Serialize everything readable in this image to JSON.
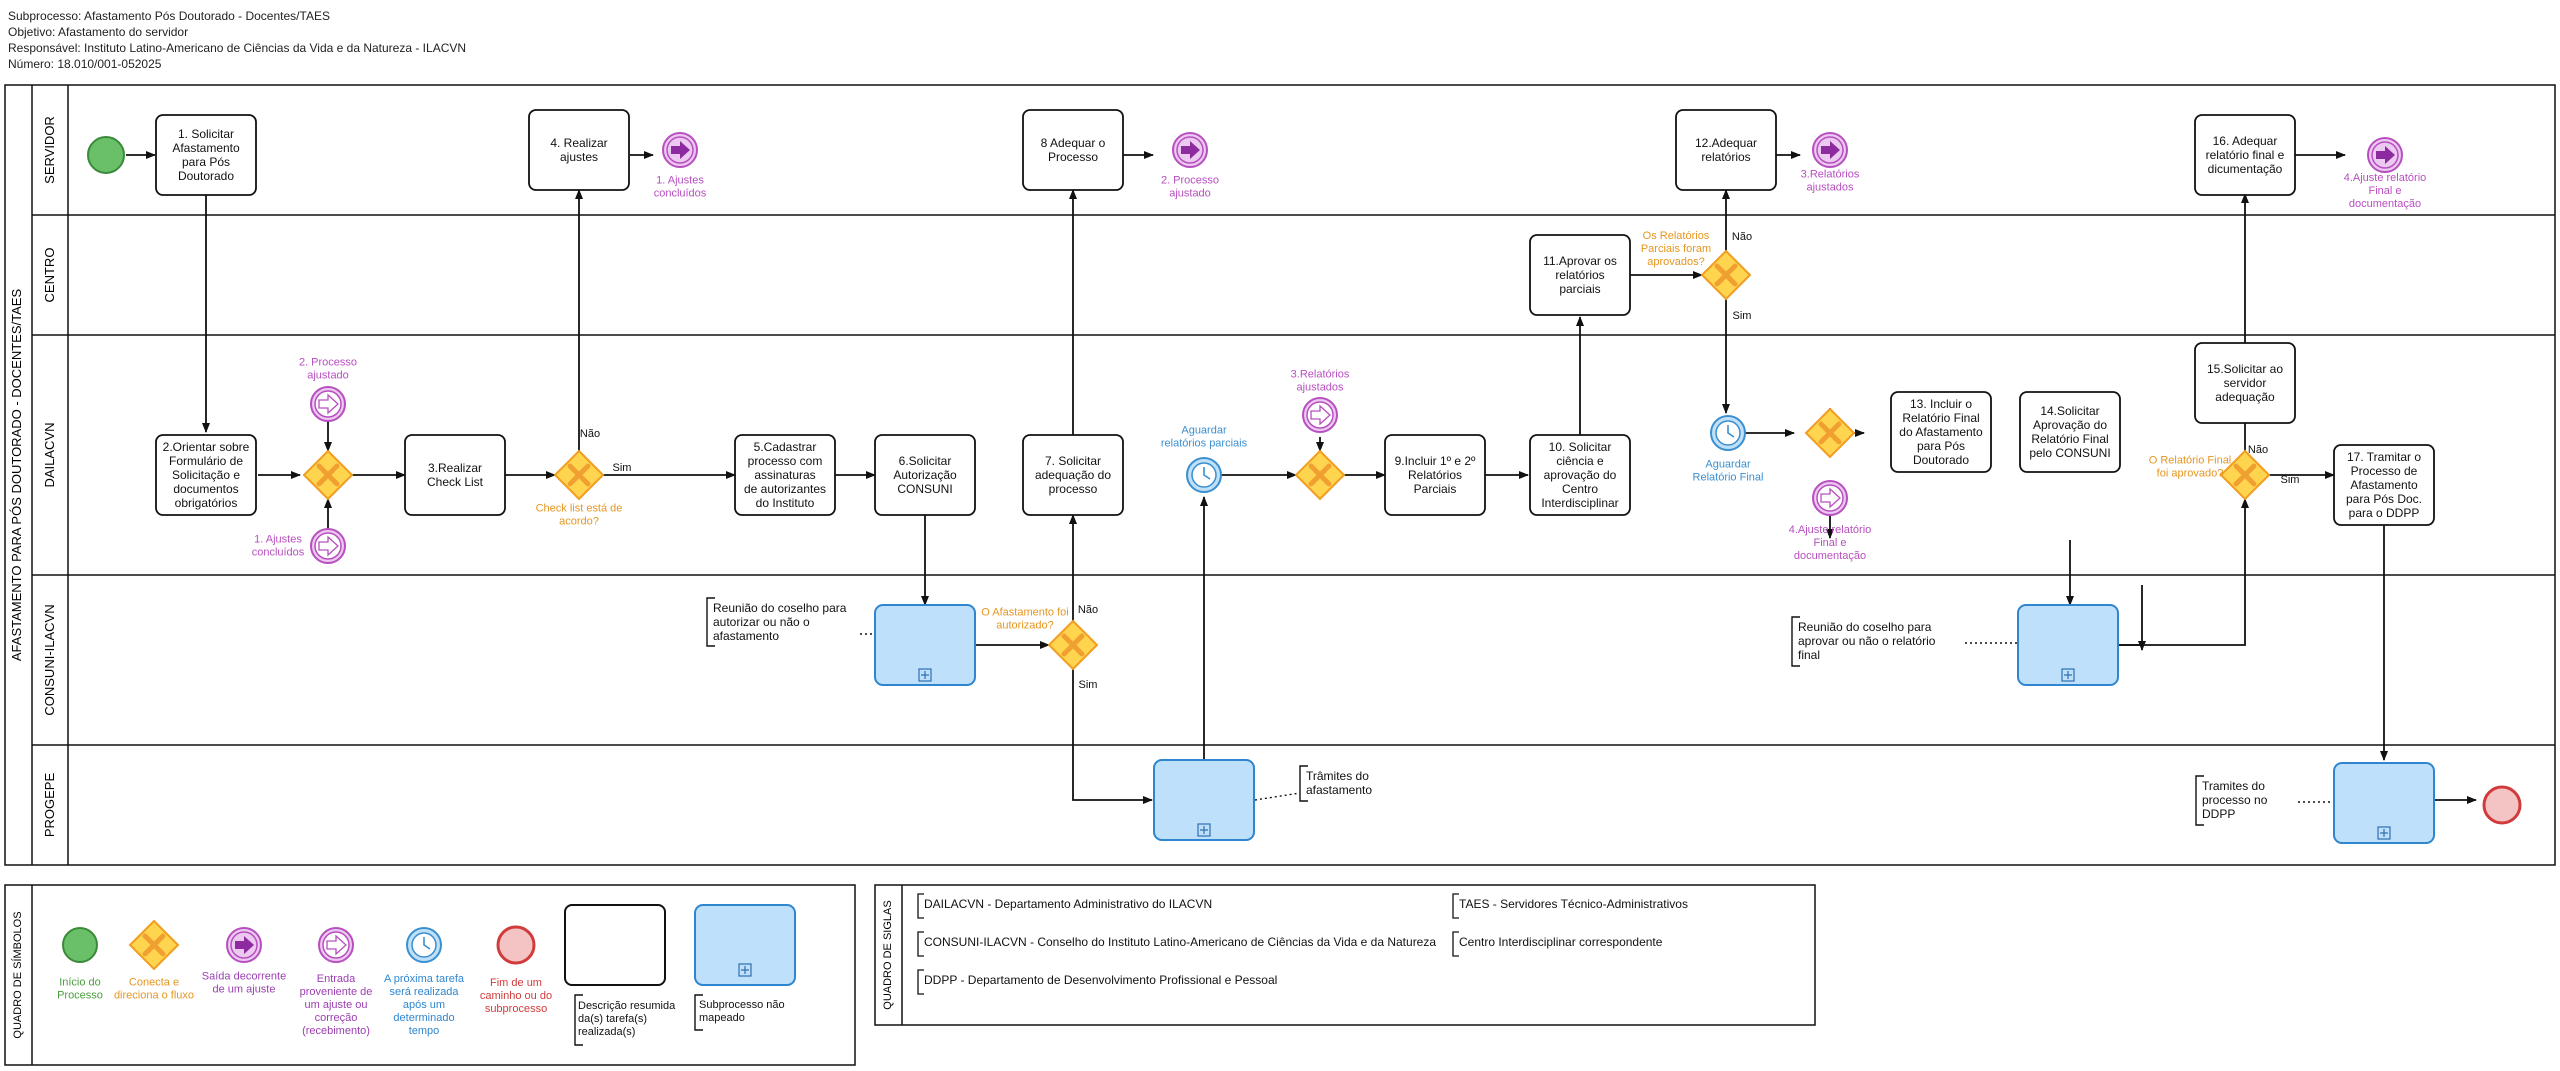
{
  "header": {
    "line1": "Subprocesso: Afastamento Pós Doutorado - Docentes/TAES",
    "line2": "Objetivo: Afastamento do servidor",
    "line3": "Responsável: Instituto Latino-Americano de Ciências da Vida e da Natureza - ILACVN",
    "line4": "Número: 18.010/001-052025"
  },
  "pool_title": "AFASTAMENTO PARA PÓS DOUTORADO - DOCENTES/TAES",
  "lanes": [
    "SERVIDOR",
    "CENTRO",
    "DAILACVN",
    "CONSUNI-ILACVN",
    "PROGEPE"
  ],
  "tasks": {
    "t1": [
      "1. Solicitar",
      "Afastamento",
      "para Pós",
      "Doutorado"
    ],
    "t2": [
      "2.Orientar sobre",
      "Formulário de",
      "Solicitação e",
      "documentos",
      "obrigatórios"
    ],
    "t3": [
      "3.Realizar",
      "Check List"
    ],
    "t4": [
      "4. Realizar",
      "ajustes"
    ],
    "t5": [
      "5.Cadastrar",
      "processo com",
      "assinaturas",
      "de autorizantes",
      "do Instituto"
    ],
    "t6": [
      "6.Solicitar",
      "Autorização",
      "CONSUNI"
    ],
    "t7": [
      "7. Solicitar",
      "adequação do",
      "processo"
    ],
    "t8": [
      "8 Adequar o",
      "Processo"
    ],
    "t9": [
      "9.Incluir 1º e 2º",
      "Relatórios",
      "Parciais"
    ],
    "t10": [
      "10. Solicitar",
      "ciência e",
      "aprovação do",
      "Centro",
      "Interdisciplinar"
    ],
    "t11": [
      "11.Aprovar os",
      "relatórios",
      "parciais"
    ],
    "t12": [
      "12.Adequar",
      "relatórios"
    ],
    "t13": [
      "13. Incluir o",
      "Relatório Final",
      "do Afastamento",
      "para Pós",
      "Doutorado"
    ],
    "t14": [
      "14.Solicitar",
      "Aprovação do",
      "Relatório Final",
      "pelo CONSUNI"
    ],
    "t15": [
      "15.Solicitar ao",
      "servidor",
      "adequação"
    ],
    "t16": [
      "16. Adequar",
      "relatório final e",
      "dicumentação"
    ],
    "t17": [
      "17. Tramitar o",
      "Processo de",
      "Afastamento",
      "para Pós Doc.",
      "para o DDPP"
    ]
  },
  "gateways": {
    "g1_question": [
      "Check list está de",
      "acordo?"
    ],
    "g2_question": [
      "O Afastamento foi",
      "autorizado?"
    ],
    "g3_question": [
      "Os Relatórios",
      "Parciais foram",
      "aprovados?"
    ],
    "g4_question": [
      "O Relatório Final",
      "foi aprovado?"
    ],
    "yes": "Sim",
    "no": "Não"
  },
  "events": {
    "out1": [
      "1. Ajustes",
      "concluídos"
    ],
    "out2": [
      "2. Processo",
      "ajustado"
    ],
    "out3": [
      "3.Relatórios",
      "ajustados"
    ],
    "out4": [
      "4.Ajuste relatório",
      "Final e",
      "documentação"
    ],
    "in_top": [
      "2. Processo",
      "ajustado"
    ],
    "in_bottom": [
      "1. Ajustes",
      "concluídos"
    ],
    "in_rel": [
      "3.Relatórios",
      "ajustados"
    ],
    "in_final": [
      "4.Ajuste relatório",
      "Final e",
      "documentação"
    ],
    "timer1": [
      "Aguardar",
      "relatórios parciais"
    ],
    "timer2": [
      "Aguardar",
      "Relatório Final"
    ]
  },
  "annotations": {
    "a1": [
      "Reunião do coselho para",
      "autorizar ou não o",
      "afastamento"
    ],
    "a2": [
      "Trâmites do",
      "afastamento"
    ],
    "a3": [
      "Reunião do coselho para",
      "aprovar ou não o relatório",
      "final"
    ],
    "a4": [
      "Tramites do",
      "processo no",
      "DDPP"
    ]
  },
  "legend": {
    "title": "QUADRO DE SÍMBOLOS",
    "start": [
      "Início do",
      "Processo"
    ],
    "gateway": [
      "Conecta e",
      "direciona o fluxo"
    ],
    "throw": [
      "Saída decorrente",
      "de um ajuste"
    ],
    "catch": [
      "Entrada",
      "proveniente de",
      "um ajuste ou",
      "correção",
      "(recebimento)"
    ],
    "timer": [
      "A próxima tarefa",
      "será realizada",
      "após um",
      "determinado",
      "tempo"
    ],
    "end": [
      "Fim de um",
      "caminho ou do",
      "subprocesso"
    ],
    "task": [
      "Descrição resumida",
      "da(s) tarefa(s)",
      "realizada(s)"
    ],
    "subprocess": [
      "Subprocesso não",
      "mapeado"
    ]
  },
  "acronyms": {
    "title": "QUADRO DE SIGLAS",
    "dailacvn": "DAILACVN - Departamento Administrativo do ILACVN",
    "consuni": "CONSUNI-ILACVN - Conselho do Instituto Latino-Americano de Ciências da Vida e da Natureza",
    "ddpp": "DDPP - Departamento de Desenvolvimento Profissional e Pessoal",
    "taes": "TAES - Servidores Técnico-Administrativos",
    "centro": "Centro Interdisciplinar correspondente"
  },
  "colors": {
    "start": "#6abf69",
    "start_stroke": "#3a8a3a",
    "end": "#f4c4c4",
    "end_stroke": "#d23b3b",
    "gateway_fill": "#ffd54f",
    "gateway_stroke": "#f29d20",
    "gateway_x": "#f0a030",
    "gateway_text": "#e69620",
    "event_purple": "#b84fc0",
    "event_purple_dark": "#8e2aa0",
    "event_fill_light": "#ecc9f0",
    "timer": "#3a8fd0",
    "timer_fill": "#bfe0f6",
    "subprocess_fill": "#bfe0fb",
    "subprocess_stroke": "#2f86cf",
    "legend_start_text": "#4a9f3e",
    "legend_gateway_text": "#e69620",
    "legend_purple_text": "#9c3fb0",
    "legend_timer_text": "#2f86cf",
    "legend_end_text": "#d23b3b"
  }
}
